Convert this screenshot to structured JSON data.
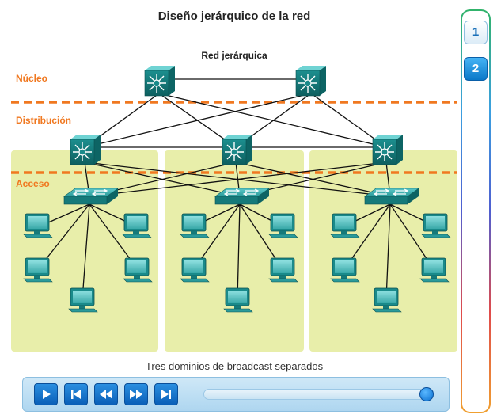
{
  "title": "Diseño jerárquico de la red",
  "diagram": {
    "subtitle": "Red jerárquica",
    "layers": [
      "Núcleo",
      "Distribución",
      "Acceso"
    ]
  },
  "caption": "Tres dominios de broadcast separados",
  "player": {
    "buttons": [
      "play-icon",
      "skip-to-start-icon",
      "rewind-icon",
      "fast-forward-icon",
      "skip-to-end-icon"
    ],
    "progress": 1.0
  },
  "pages": [
    "1",
    "2"
  ],
  "active_page": "2",
  "colors": {
    "accent_orange": "#f07820",
    "device_teal": "#1a8a8a",
    "zone_green": "#e8eeaa",
    "button_blue": "#0a6fd0"
  }
}
